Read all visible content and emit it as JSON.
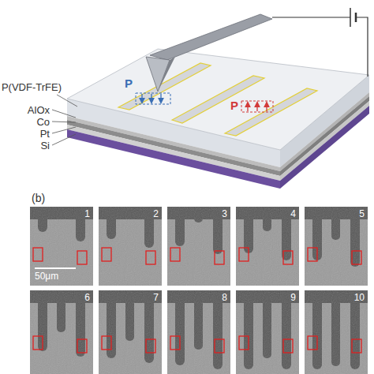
{
  "diagram": {
    "nodes": [
      {
        "text": [
          "1",
          "50μm"
        ]
      },
      {
        "text": [
          "2"
        ]
      },
      {
        "text": [
          "3"
        ]
      },
      {
        "text": [
          "4"
        ]
      },
      {
        "text": [
          "5"
        ]
      },
      {
        "text": [
          "6"
        ]
      },
      {
        "text": [
          "7"
        ]
      },
      {
        "text": [
          "8"
        ]
      },
      {
        "text": [
          "9"
        ]
      },
      {
        "text": [
          "10"
        ]
      }
    ],
    "edges": [],
    "labels": [
      "P(VDF-TrFE)",
      "AlOx",
      "Co",
      "Pt",
      "Si",
      "P",
      "P",
      "(b)"
    ]
  }
}
